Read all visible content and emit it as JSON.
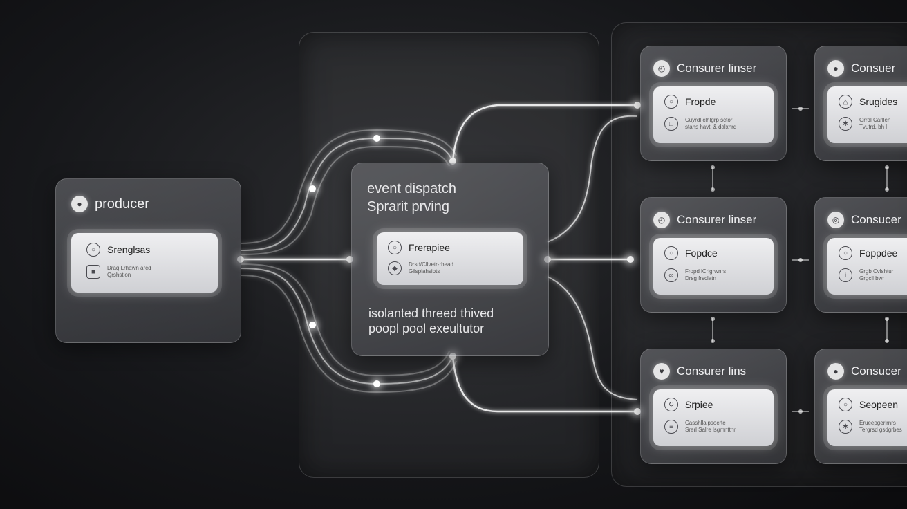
{
  "producer": {
    "title": "producer",
    "icon": "chat-bubble-icon",
    "card": {
      "label": "Srenglsas",
      "sub": "Draq Lrhawn arcd\nQrshstion"
    }
  },
  "dispatch": {
    "title_line1": "event dispatch",
    "title_line2": "Sprarit prving",
    "card": {
      "label": "Frerapiee",
      "sub": "Drsd/Cllvetr-rhead\nGilsplahsipts"
    },
    "caption_line1": "isolanted threed thived",
    "caption_line2": "poopl pool exeultutor"
  },
  "consumers": [
    {
      "title": "Consurer linser",
      "icon": "clock-icon",
      "label": "Fropde",
      "sub": "Cuyrdl clhlgrp sctor\nstahs havtl & dalxnrd"
    },
    {
      "title": "Consuer",
      "icon": "chat-bubble-icon",
      "label": "Srugides",
      "sub": "Grrdl Carllen\nTvutrd, bh l"
    },
    {
      "title": "Consurer linser",
      "icon": "clock-icon",
      "label": "Fopdce",
      "sub": "Fropd lCrlgrwnrs\nDrsg frsclatn"
    },
    {
      "title": "Consucer",
      "icon": "target-icon",
      "label": "Foppdee",
      "sub": "Grgb Cvlshtur\nGrgcll bwr"
    },
    {
      "title": "Consurer lins",
      "icon": "heart-icon",
      "label": "Srpiee",
      "sub": "Casshllalpsocrte\nSrerl Salre lsgmnttnr"
    },
    {
      "title": "Consucer",
      "icon": "chat-bubble-icon",
      "label": "Seopeen",
      "sub": "Erueepgerirnrs\nTergrsd gsdgrbes"
    }
  ]
}
